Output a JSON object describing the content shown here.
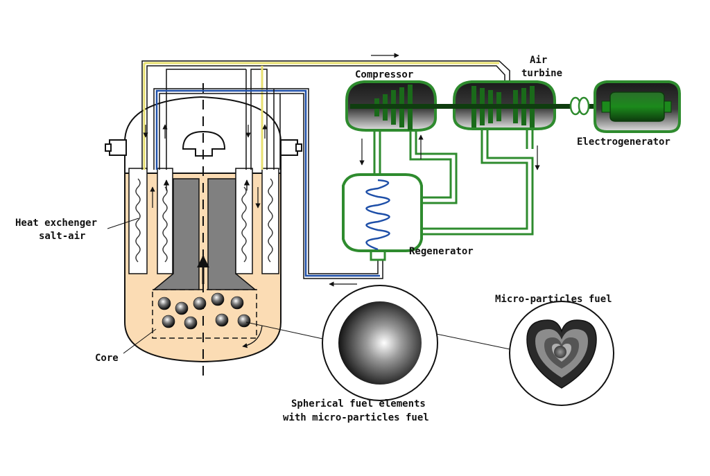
{
  "labels": {
    "compressor": "Compressor",
    "air_turbine_line1": "Air",
    "air_turbine_line2": "turbine",
    "electrogenerator": "Electrogenerator",
    "heat_exchanger_line1": "Heat exchenger",
    "heat_exchanger_line2": "salt-air",
    "regenerator": "Regenerator",
    "core": "Core",
    "micro_particles_fuel": "Micro-particles fuel",
    "spherical_line1": "Spherical fuel elements",
    "spherical_line2": "with micro-particles fuel"
  },
  "colors": {
    "salt": "#fbdcb4",
    "green": "#2e8b2e",
    "dark_green": "#0f3d0f",
    "blue": "#1e4fa8",
    "yellow": "#e8e070",
    "grey": "#8a8a8a"
  }
}
